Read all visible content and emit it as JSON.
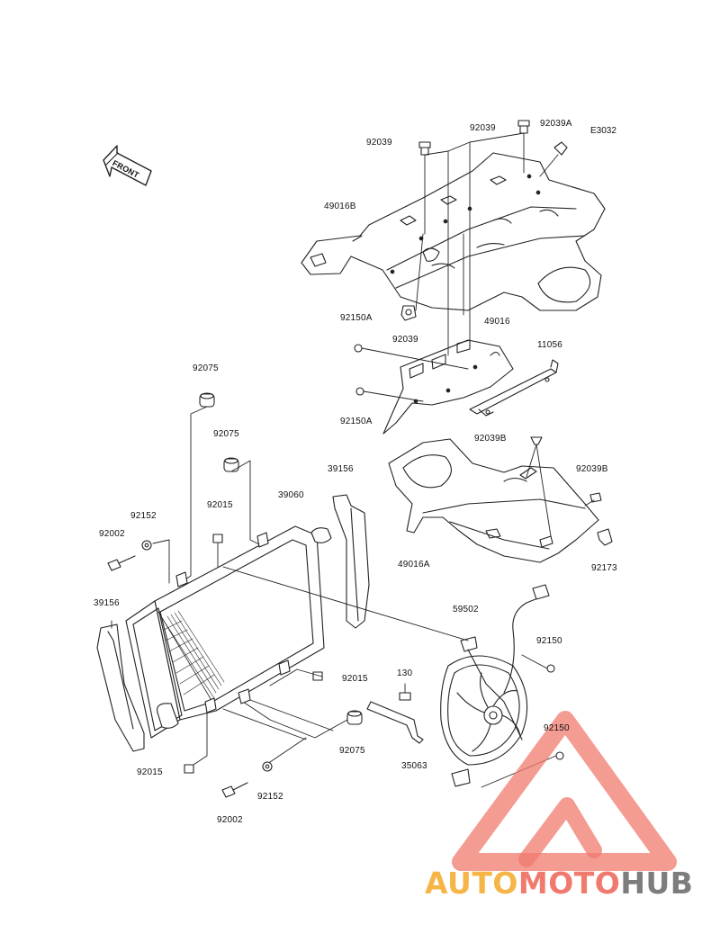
{
  "diagram_code": "E3032",
  "front_label": "FRONT",
  "parts": {
    "p_92039_top_left": "92039",
    "p_92039_top_right": "92039",
    "p_92039A": "92039A",
    "p_49016B": "49016B",
    "p_92150A_upper": "92150A",
    "p_92039_mid": "92039",
    "p_49016": "49016",
    "p_11056": "11056",
    "p_92150A_lower": "92150A",
    "p_92075_top": "92075",
    "p_92075_second": "92075",
    "p_39156_right": "39156",
    "p_92039B_left": "92039B",
    "p_92039B_right": "92039B",
    "p_92015_top": "92015",
    "p_39060": "39060",
    "p_92152_upper": "92152",
    "p_92002_upper": "92002",
    "p_49016A": "49016A",
    "p_92173": "92173",
    "p_39156_left": "39156",
    "p_59502": "59502",
    "p_92150_upper": "92150",
    "p_92015_mid": "92015",
    "p_130": "130",
    "p_92075_lower": "92075",
    "p_35063": "35063",
    "p_92150_lower": "92150",
    "p_92015_bottom": "92015",
    "p_92152_lower": "92152",
    "p_92002_lower": "92002"
  },
  "watermark": {
    "part1": "AUTO",
    "part2": "MOTO",
    "part3": "HUB",
    "colors": {
      "auto": "#f5b547",
      "moto": "#f07a6e",
      "hub": "#7d7d7d"
    }
  }
}
